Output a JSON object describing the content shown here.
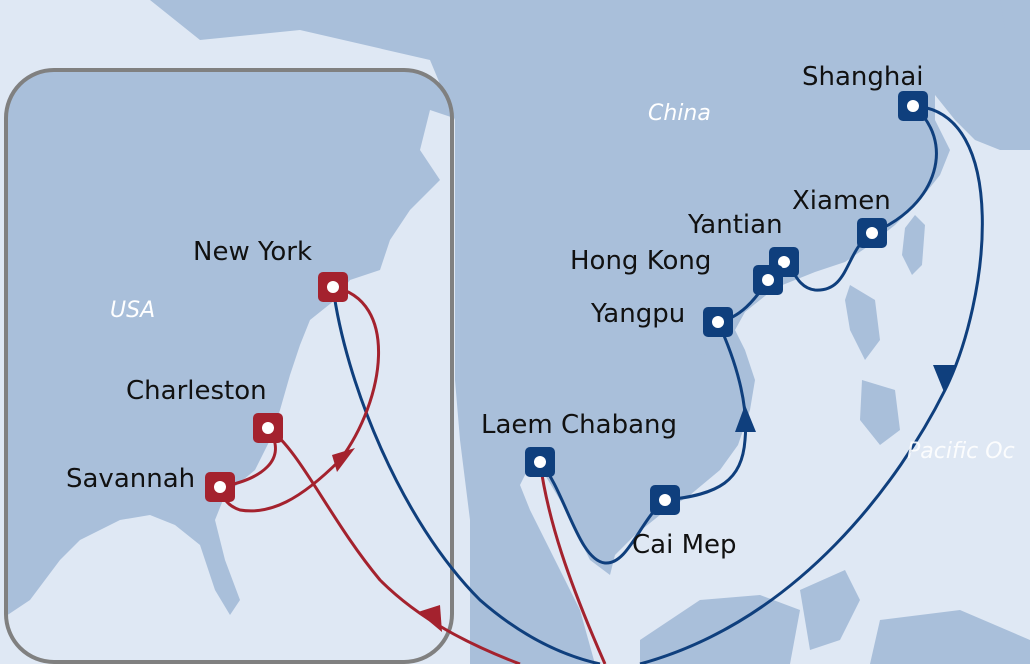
{
  "map": {
    "regions": {
      "usa": "USA",
      "china": "China",
      "pacific": "Pacific Oc"
    },
    "colors": {
      "land": "#a9bfda",
      "sea": "#dfe8f4",
      "asia_route": "#0f3f7d",
      "us_route": "#a4222e",
      "inset_border": "#808080"
    },
    "ports": {
      "shanghai": "Shanghai",
      "xiamen": "Xiamen",
      "yantian": "Yantian",
      "hong_kong": "Hong Kong",
      "yangpu": "Yangpu",
      "laem_chabang": "Laem Chabang",
      "cai_mep": "Cai Mep",
      "new_york": "New York",
      "charleston": "Charleston",
      "savannah": "Savannah"
    },
    "icons": {
      "port": "port-marker-icon",
      "direction": "arrow-head-icon"
    }
  }
}
